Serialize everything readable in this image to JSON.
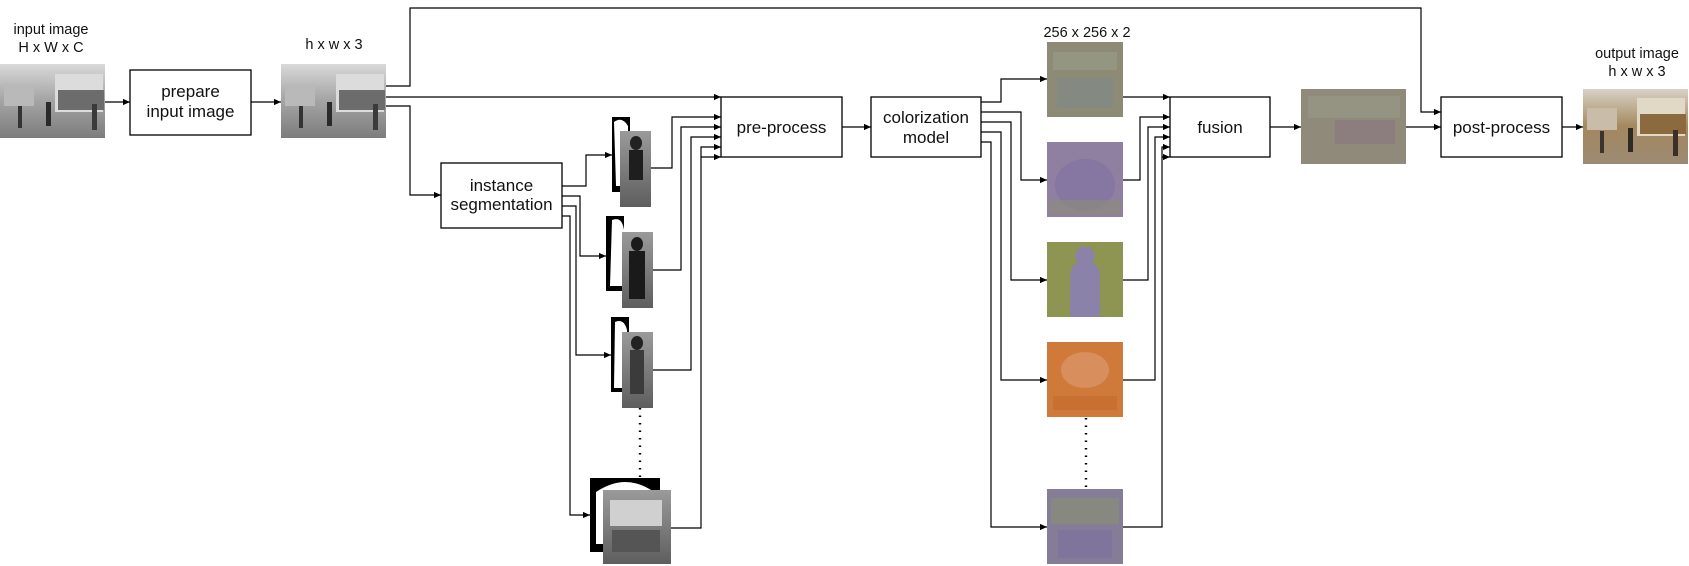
{
  "captions": {
    "input_line1": "input image",
    "input_line2": "H x W x C",
    "resized": "h x w x 3",
    "ab_size": "256 x 256 x 2",
    "output_line1": "output image",
    "output_line2": "h x w x 3"
  },
  "boxes": {
    "prepare_line1": "prepare",
    "prepare_line2": "input image",
    "instance_line1": "instance",
    "instance_line2": "segmentation",
    "preprocess": "pre-process",
    "model_line1": "colorization",
    "model_line2": "model",
    "fusion": "fusion",
    "postprocess": "post-process"
  },
  "colors": {
    "ab_map_1": "#8d8a76",
    "ab_map_2": "#8f7fa0",
    "ab_map_3": "#8a82a8",
    "ab_map_4": "#cf7a3a",
    "ab_map_5": "#857c98",
    "fused_map": "#8f8a7a",
    "output_sky": "#d8d2c6",
    "output_street": "#9c8a74",
    "output_tram": "#a4885e"
  }
}
